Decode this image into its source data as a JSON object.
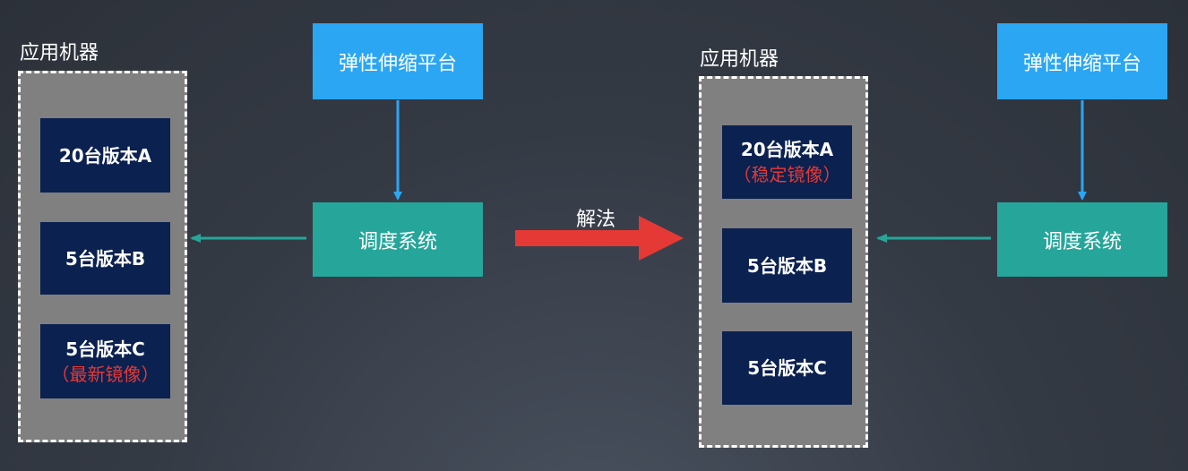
{
  "left_panel": {
    "machines_label": "应用机器",
    "versions": [
      {
        "main": "20台版本A",
        "note": ""
      },
      {
        "main": "5台版本B",
        "note": ""
      },
      {
        "main": "5台版本C",
        "note": "（最新镜像）"
      }
    ],
    "platform_label": "弹性伸缩平台",
    "scheduler_label": "调度系统"
  },
  "transition": {
    "label": "解法",
    "arrow_color": "#e53935"
  },
  "right_panel": {
    "machines_label": "应用机器",
    "versions": [
      {
        "main": "20台版本A",
        "note": "（稳定镜像）"
      },
      {
        "main": "5台版本B",
        "note": ""
      },
      {
        "main": "5台版本C",
        "note": ""
      }
    ],
    "platform_label": "弹性伸缩平台",
    "scheduler_label": "调度系统"
  },
  "colors": {
    "platform": "#2ba6f3",
    "scheduler": "#26a69a",
    "version_box": "#0b2150",
    "machine_box": "#808080",
    "note_text": "#e53935"
  }
}
